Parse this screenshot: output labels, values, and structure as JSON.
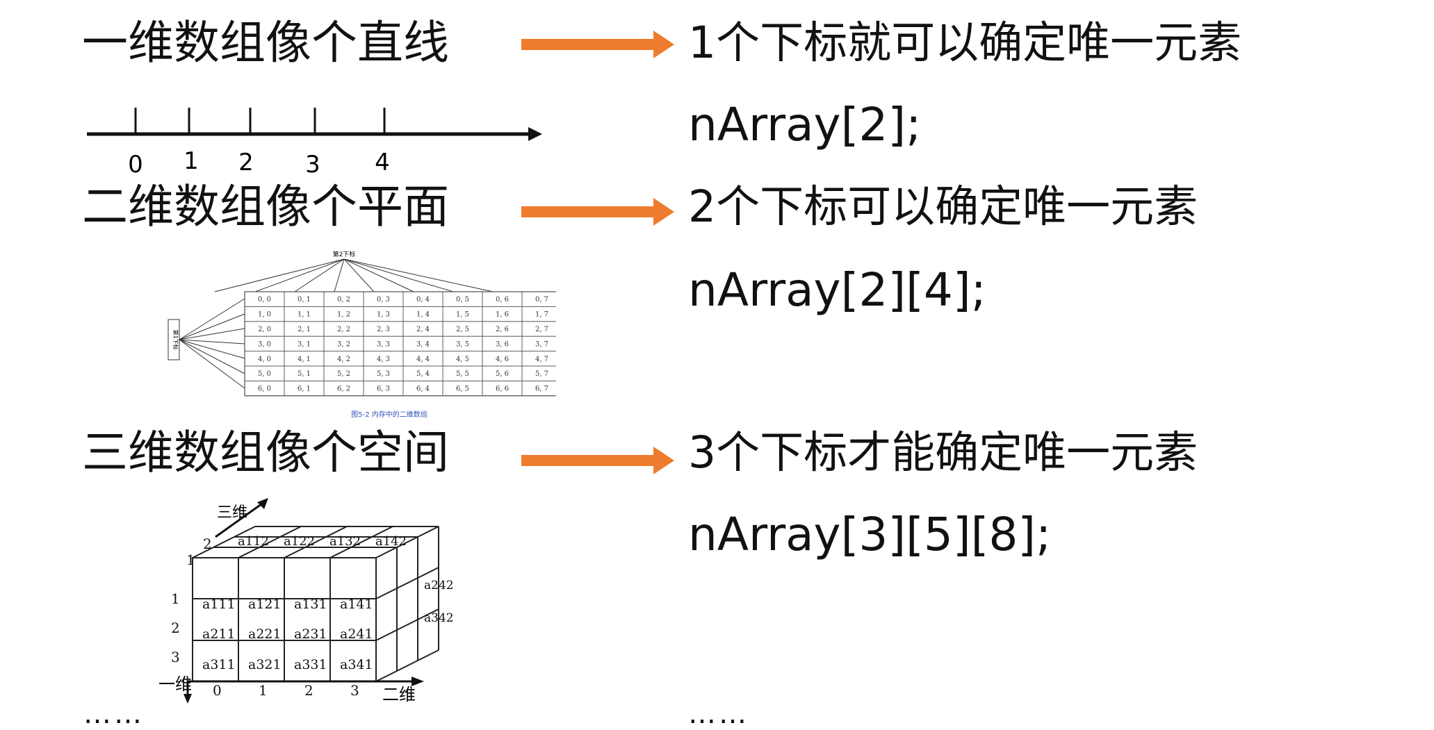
{
  "colors": {
    "arrow": "#EE7C2E",
    "text": "#111111",
    "grid": "#555555",
    "caption_blue": "#3355bb"
  },
  "rows": [
    {
      "heading": "一维数组像个直线",
      "statement": "1个下标就可以确定唯一元素",
      "code": "nArray[2];"
    },
    {
      "heading": "二维数组像个平面",
      "statement": "2个下标可以确定唯一元素",
      "code": "nArray[2][4];"
    },
    {
      "heading": "三维数组像个空间",
      "statement": "3个下标才能确定唯一元素",
      "code": "nArray[3][5][8];"
    }
  ],
  "number_line": {
    "ticks": [
      "0",
      "1",
      "2",
      "3",
      "4"
    ]
  },
  "table_2d": {
    "top_label": "第2下标",
    "side_label": "第1下标",
    "caption": "图5-2 内存中的二维数组",
    "cells": [
      [
        "0, 0",
        "0, 1",
        "0, 2",
        "0, 3",
        "0, 4",
        "0, 5",
        "0, 6",
        "0, 7"
      ],
      [
        "1, 0",
        "1, 1",
        "1, 2",
        "1, 3",
        "1, 4",
        "1, 5",
        "1, 6",
        "1, 7"
      ],
      [
        "2, 0",
        "2, 1",
        "2, 2",
        "2, 3",
        "2, 4",
        "2, 5",
        "2, 6",
        "2, 7"
      ],
      [
        "3, 0",
        "3, 1",
        "3, 2",
        "3, 3",
        "3, 4",
        "3, 5",
        "3, 6",
        "3, 7"
      ],
      [
        "4, 0",
        "4, 1",
        "4, 2",
        "4, 3",
        "4, 4",
        "4, 5",
        "4, 6",
        "4, 7"
      ],
      [
        "5, 0",
        "5, 1",
        "5, 2",
        "5, 3",
        "5, 4",
        "5, 5",
        "5, 6",
        "5, 7"
      ],
      [
        "6, 0",
        "6, 1",
        "6, 2",
        "6, 3",
        "6, 4",
        "6, 5",
        "6, 6",
        "6, 7"
      ]
    ]
  },
  "cube_3d": {
    "axis_1": "一维",
    "axis_2": "二维",
    "axis_3": "三维",
    "front_cells": [
      [
        "a111",
        "a121",
        "a131",
        "a141"
      ],
      [
        "a211",
        "a221",
        "a231",
        "a241"
      ],
      [
        "a311",
        "a321",
        "a331",
        "a341"
      ]
    ],
    "top_cells": [
      "a112",
      "a122",
      "a132",
      "a142"
    ],
    "side_cells": [
      "a242",
      "a342"
    ],
    "row_labels": [
      "1",
      "2",
      "3"
    ],
    "col_labels": [
      "0",
      "1",
      "2",
      "3"
    ],
    "depth_labels": [
      "1",
      "2"
    ]
  },
  "ellipsis_left": "……",
  "ellipsis_right": "……"
}
